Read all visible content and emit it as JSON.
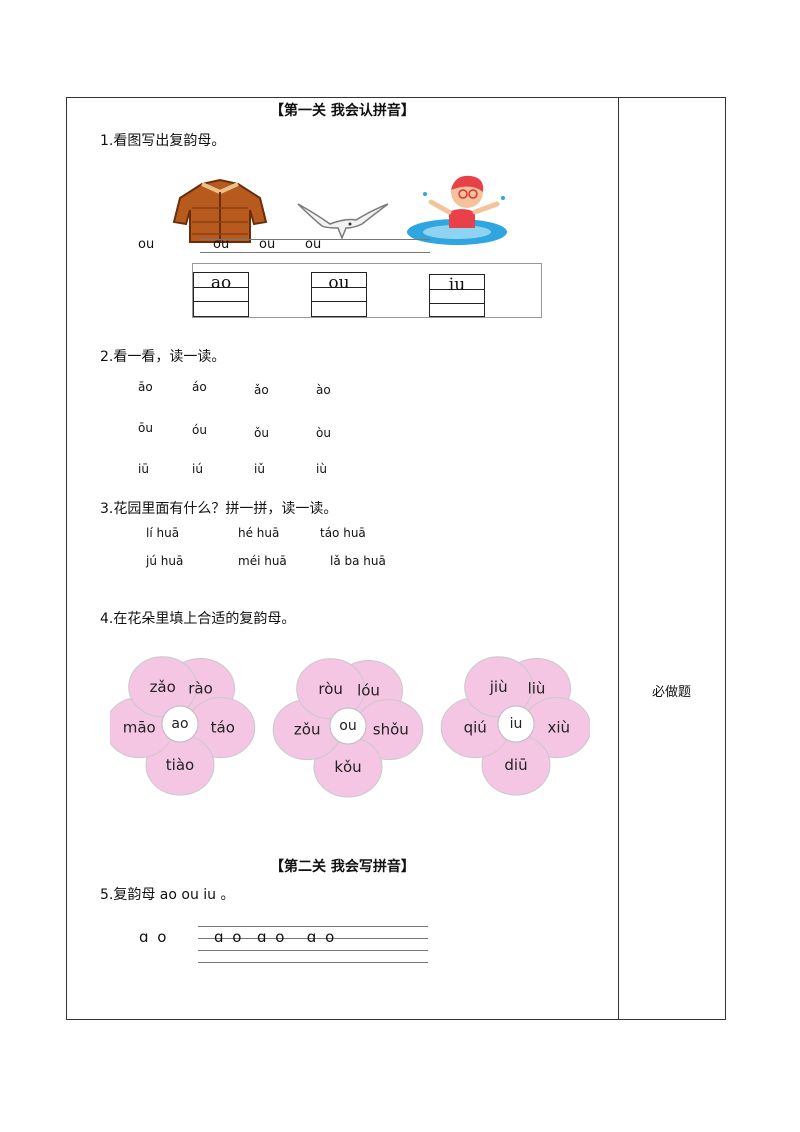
{
  "section1": {
    "header": "【第一关  我会认拼音】",
    "q1": {
      "title": "1.看图写出复韵母。",
      "pinyin_row": [
        "ou",
        "ou",
        "ou",
        "ou"
      ],
      "boxes": [
        "ao",
        "ou",
        "iu"
      ],
      "icons": [
        "jacket-image",
        "seagull-image",
        "swimmer-image"
      ]
    },
    "q2": {
      "title": "2.看一看，读一读。",
      "rows": [
        [
          "āo",
          "áo",
          "ǎo",
          "ào"
        ],
        [
          "ōu",
          "óu",
          "ǒu",
          "òu"
        ],
        [
          "iū",
          "iú",
          "iǔ",
          "iù"
        ]
      ]
    },
    "q3": {
      "title": "3.花园里面有什么？拼一拼，读一读。",
      "rows": [
        [
          "lí  huā",
          "hé huā",
          "táo  huā"
        ],
        [
          "jú  huā",
          "méi huā",
          "lǎ  ba huā"
        ]
      ]
    },
    "q4": {
      "title": "4.在花朵里填上合适的复韵母。",
      "flowers": [
        {
          "center": "ao",
          "petals": [
            "rào",
            "táo",
            "tiào",
            "māo",
            "zǎo"
          ],
          "color": "#f4c6e3"
        },
        {
          "center": "ou",
          "petals": [
            "lóu",
            "shǒu",
            "kǒu",
            "zǒu",
            "ròu"
          ],
          "color": "#f4c6e3"
        },
        {
          "center": "iu",
          "petals": [
            "liù",
            "xiù",
            "diū",
            "qiú",
            "jiù"
          ],
          "color": "#f4c6e3"
        }
      ]
    }
  },
  "section2": {
    "header": "【第二关  我会写拼音】",
    "q5": {
      "title": "5.复韵母 ao ou iu  。",
      "lead": "ɑ o",
      "practice": "ɑ o  ɑ o   ɑ o"
    }
  },
  "side_note": "必做题",
  "colors": {
    "petal": "#f4c6e3",
    "petal_stroke": "#c9c9c9",
    "border": "#333333"
  }
}
